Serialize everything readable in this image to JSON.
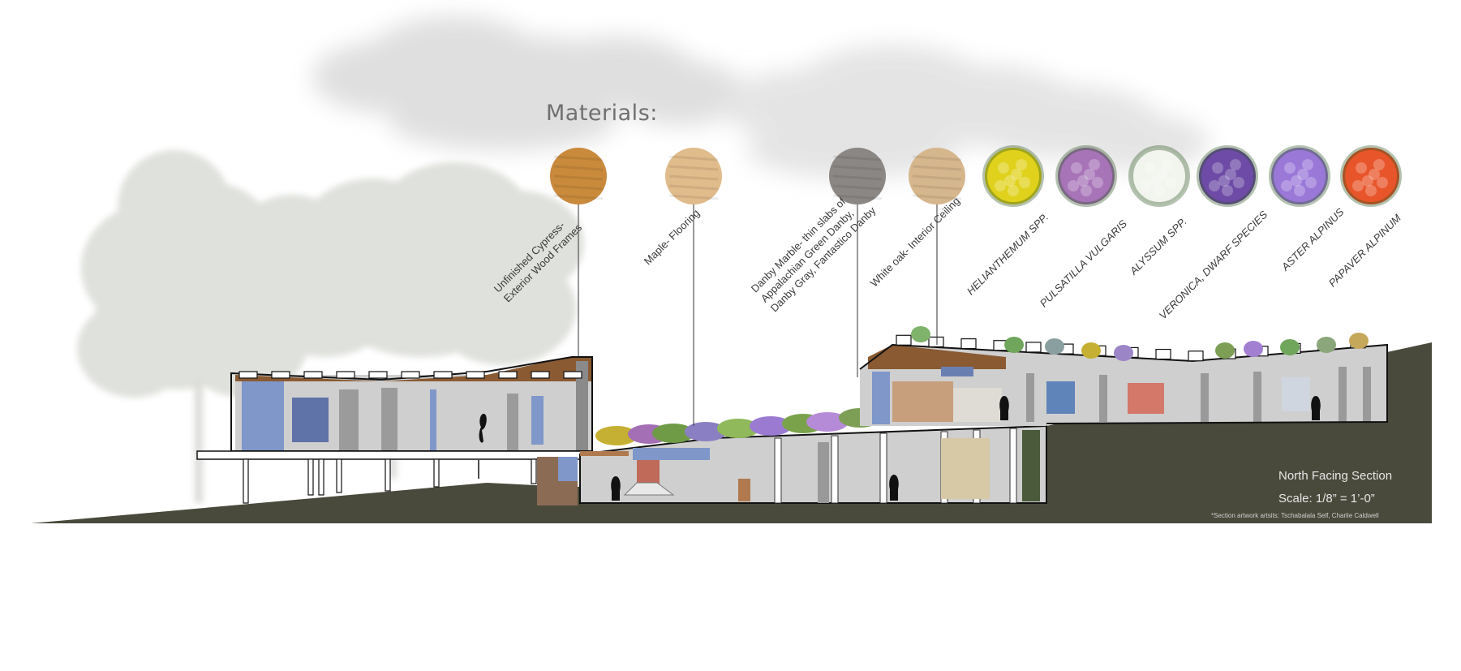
{
  "title": "Materials:",
  "materials": [
    {
      "label": "Unfinished Cypress-\nExterior Wood Frames",
      "color": "#c98a3c"
    },
    {
      "label": "Maple- Flooring",
      "color": "#e0bb8b"
    },
    {
      "label": "Danby Marble- thin slabs of\nAppalachian Green Danby,\nDanby Gray, Fantastico Danby",
      "color": "#8a8785"
    },
    {
      "label": "White oak- Interior Ceiling",
      "color": "#d6b68c"
    }
  ],
  "plants": [
    {
      "label": "HELIANTHEMUM SPP.",
      "color": "#e0d21c"
    },
    {
      "label": "PULSATILLA VULGARIS",
      "color": "#a774b8"
    },
    {
      "label": "ALYSSUM SPP.",
      "color": "#f2f4ee"
    },
    {
      "label": "VERONICA, DWARF SPECIES",
      "color": "#6d4ba6"
    },
    {
      "label": "ASTER ALPINUS",
      "color": "#9a78d8"
    },
    {
      "label": "PAPAVER ALPINUM",
      "color": "#e8552a"
    }
  ],
  "section": {
    "title": "North Facing Section",
    "scale": "Scale: 1/8” = 1’-0”",
    "credits": "*Section artwork artsits: Tschabalala Self, Charlie Caldwell"
  },
  "colors": {
    "ground": "#4a4a3c",
    "wall": "#cfcfcf",
    "wood": "#8a5a32",
    "glass": "#7f97c9",
    "tree": "#d9dcd6",
    "cloud": "#e7e7e7"
  }
}
